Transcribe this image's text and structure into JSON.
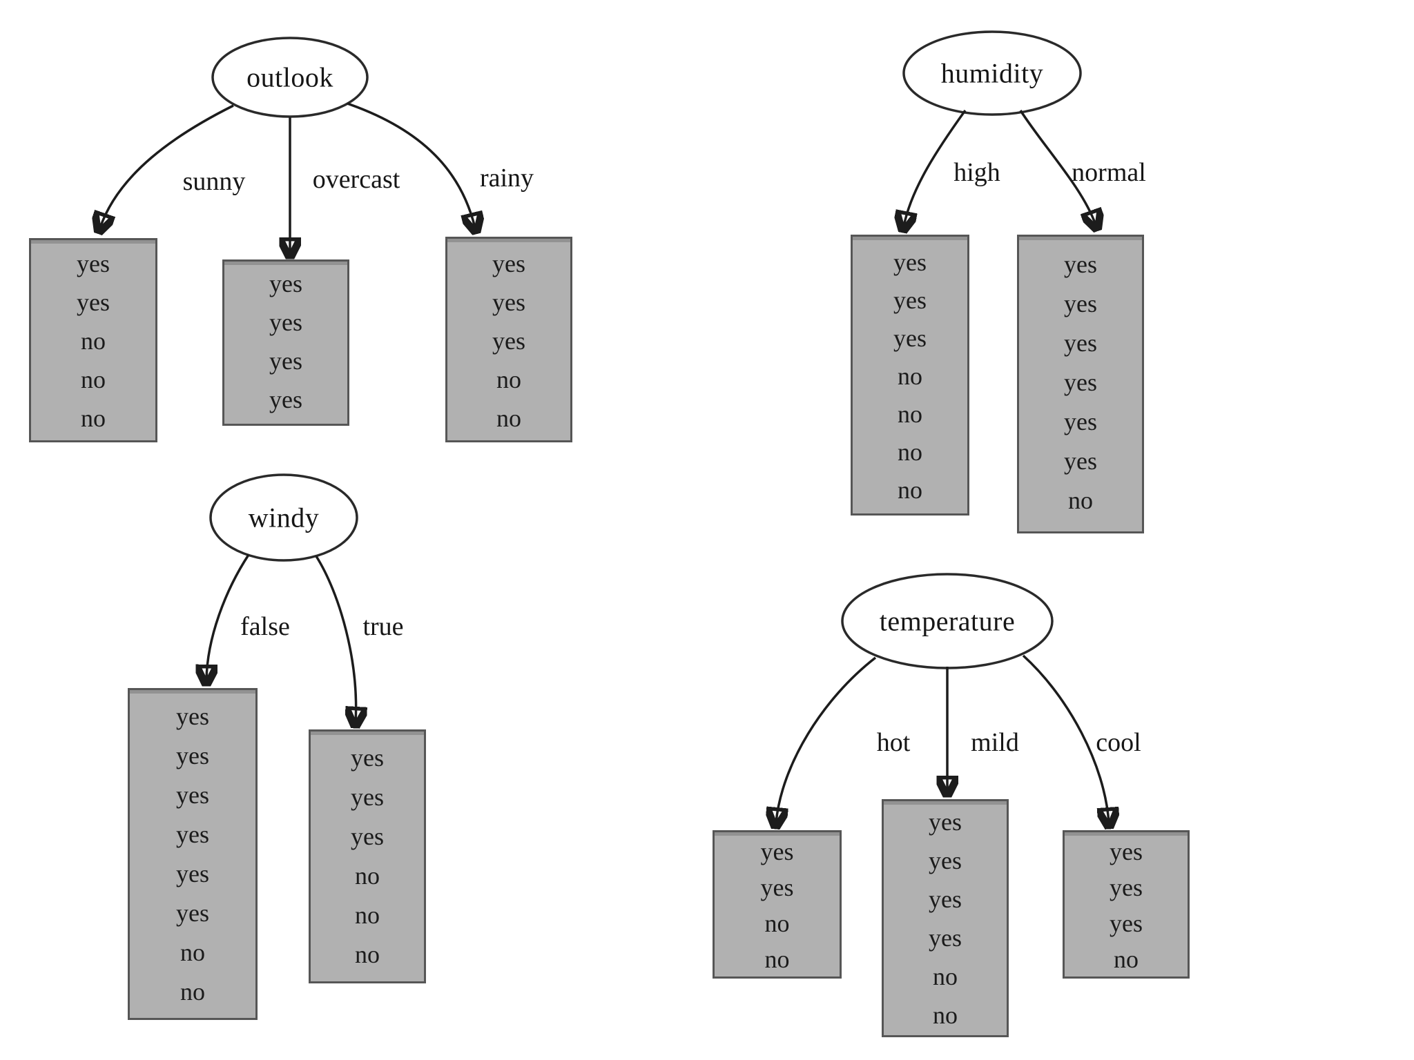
{
  "figure": {
    "description": "Four one-level decision tree stumps over the weather data set, each attribute with its class-value leaves",
    "background": "#ffffff",
    "leaf_fill": "#b1b1b1",
    "leaf_border": "#565656",
    "line_color": "#1c1c1c"
  },
  "trees": {
    "outlook": {
      "root": "outlook",
      "branches": [
        {
          "label": "sunny",
          "values": [
            "yes",
            "yes",
            "no",
            "no",
            "no"
          ]
        },
        {
          "label": "overcast",
          "values": [
            "yes",
            "yes",
            "yes",
            "yes"
          ]
        },
        {
          "label": "rainy",
          "values": [
            "yes",
            "yes",
            "yes",
            "no",
            "no"
          ]
        }
      ]
    },
    "humidity": {
      "root": "humidity",
      "branches": [
        {
          "label": "high",
          "values": [
            "yes",
            "yes",
            "yes",
            "no",
            "no",
            "no",
            "no"
          ]
        },
        {
          "label": "normal",
          "values": [
            "yes",
            "yes",
            "yes",
            "yes",
            "yes",
            "yes",
            "no"
          ]
        }
      ]
    },
    "windy": {
      "root": "windy",
      "branches": [
        {
          "label": "false",
          "values": [
            "yes",
            "yes",
            "yes",
            "yes",
            "yes",
            "yes",
            "no",
            "no"
          ]
        },
        {
          "label": "true",
          "values": [
            "yes",
            "yes",
            "yes",
            "no",
            "no",
            "no"
          ]
        }
      ]
    },
    "temperature": {
      "root": "temperature",
      "branches": [
        {
          "label": "hot",
          "values": [
            "yes",
            "yes",
            "no",
            "no"
          ]
        },
        {
          "label": "mild",
          "values": [
            "yes",
            "yes",
            "yes",
            "yes",
            "no",
            "no"
          ]
        },
        {
          "label": "cool",
          "values": [
            "yes",
            "yes",
            "yes",
            "no"
          ]
        }
      ]
    }
  }
}
